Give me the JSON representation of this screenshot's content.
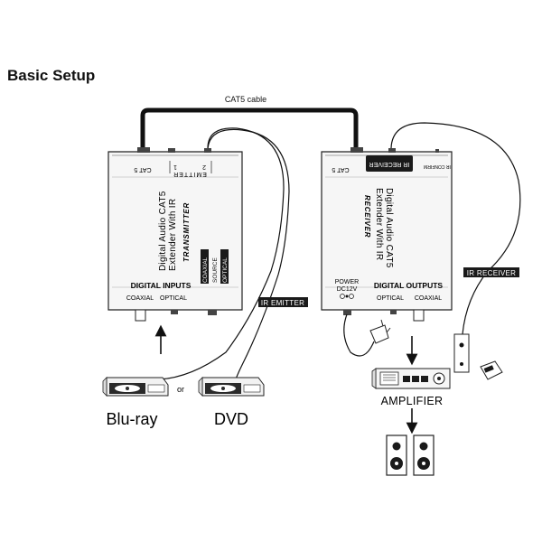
{
  "page": {
    "title": "Basic Setup"
  },
  "cable": {
    "label": "CAT5 cable"
  },
  "transmitter": {
    "cat5_port": "CAT 5",
    "emitter_port": "EMITTER",
    "emitter_1": "1",
    "emitter_2": "2",
    "name_line1": "Digital Audio CAT5",
    "name_line2": "Extender With IR",
    "role": "TRANSMITTER",
    "source_sel_coaxial": "COAXIAL",
    "source_sel_source": "SOURCE",
    "source_sel_optical": "OPTICAL",
    "inputs_title": "DIGITAL  INPUTS",
    "coaxial": "COAXIAL",
    "optical": "OPTICAL"
  },
  "receiver": {
    "cat5_port": "CAT 5",
    "ir_receiver_port": "IR RECEIVER",
    "ir_confirm": "IR CONFIRM",
    "name_line1": "Digital Audio CAT5",
    "name_line2": "Extender With IR",
    "role": "RECEIVER",
    "power": "POWER",
    "power_dc": "DC12V",
    "outputs_title": "DIGITAL OUTPUTS",
    "optical": "OPTICAL",
    "coaxial": "COAXIAL"
  },
  "labels": {
    "ir_emitter": "IR EMITTER",
    "ir_receiver": "IR RECEIVER",
    "or": "or",
    "bluray": "Blu-ray",
    "dvd": "DVD",
    "amplifier": "AMPLIFIER"
  }
}
